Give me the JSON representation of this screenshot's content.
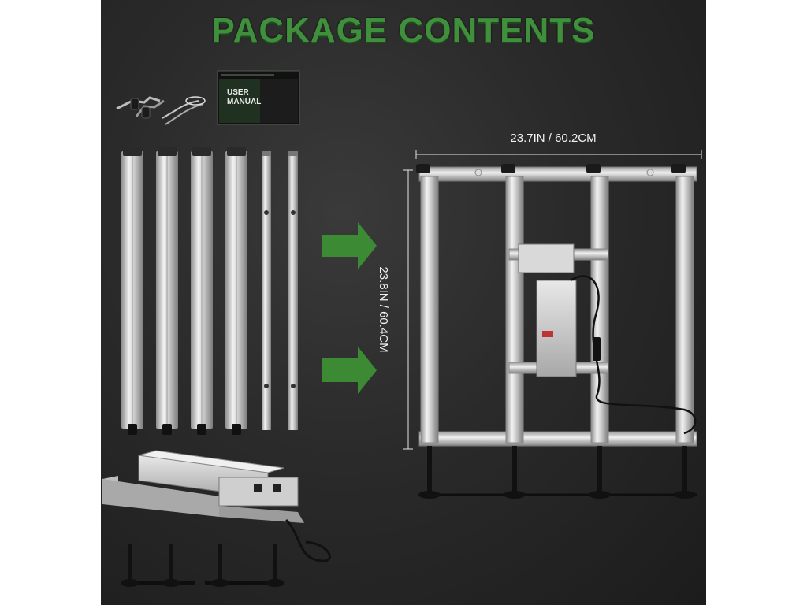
{
  "heading": "PACKAGE CONTENTS",
  "manual": {
    "line1": "USER",
    "line2": "MANUAL"
  },
  "dimensions": {
    "width": "23.7IN / 60.2CM",
    "height": "23.8IN / 60.4CM"
  },
  "colors": {
    "heading_green": "#3f8f3c",
    "arrow_green": "#3d8a35",
    "background": "#262626"
  }
}
